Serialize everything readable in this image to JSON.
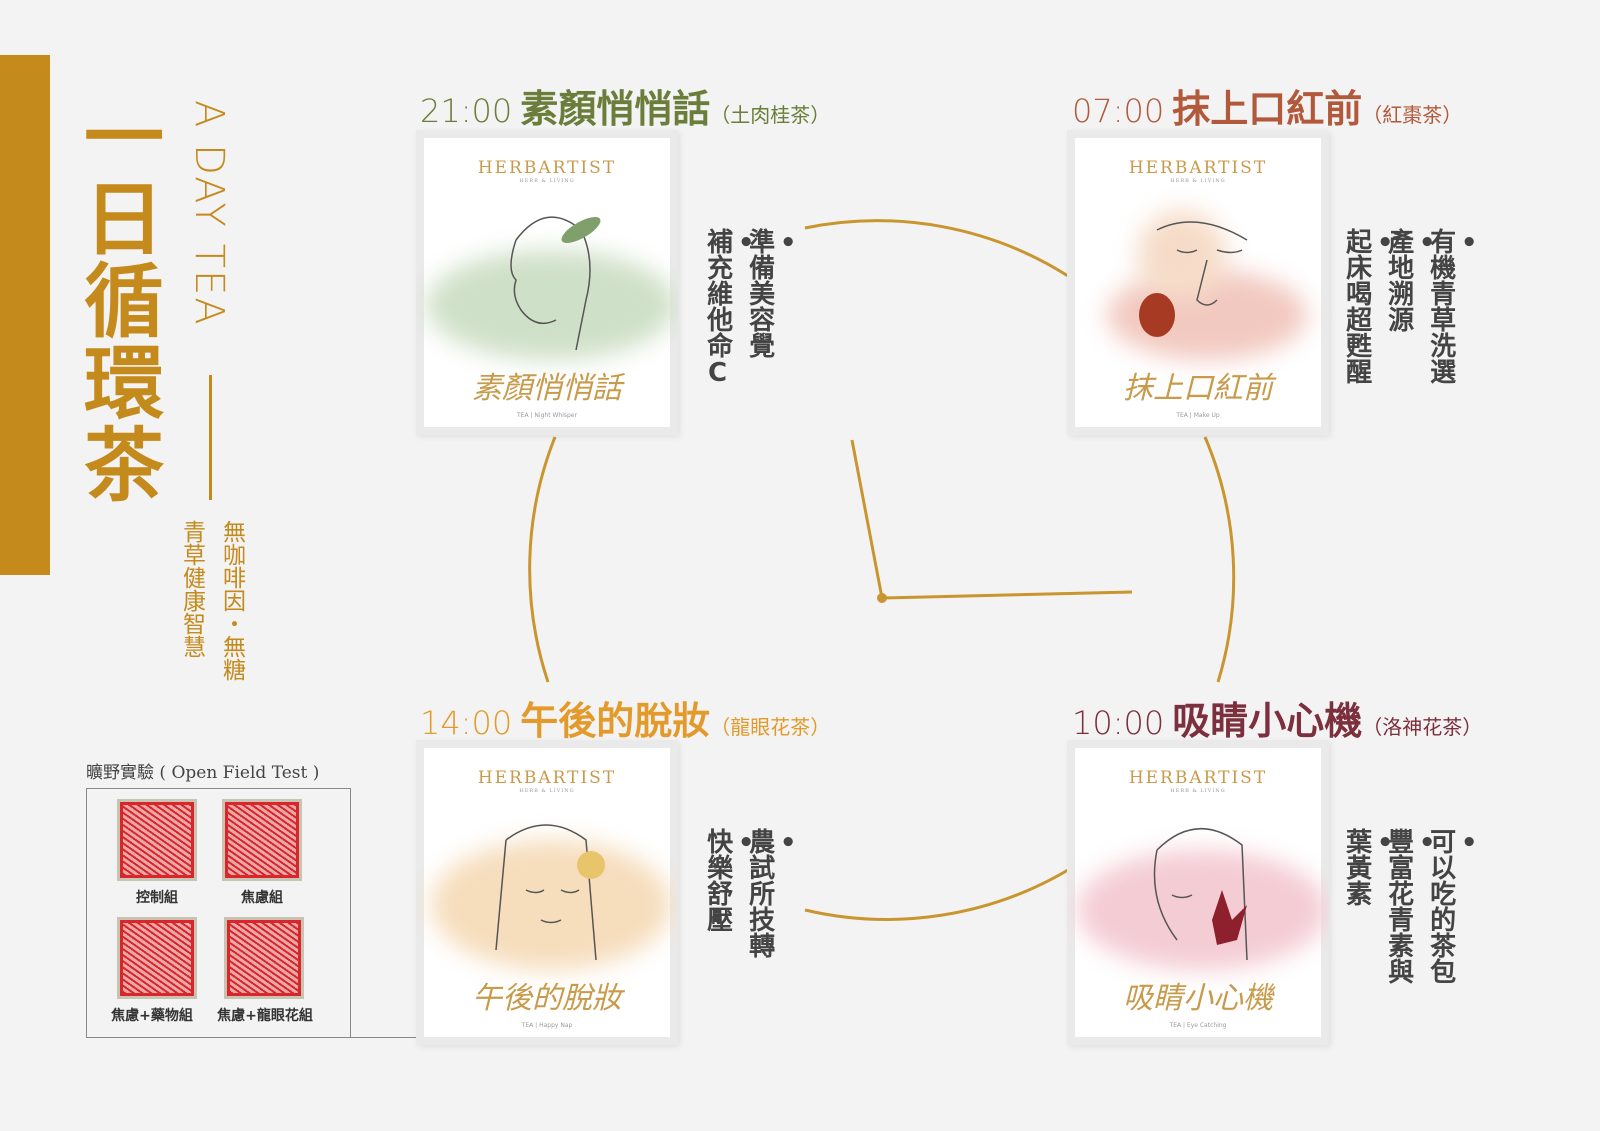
{
  "title": "一日循環茶",
  "subtitle_en": "A DAY TEA",
  "taglines": [
    "無咖啡因・無糖",
    "青草健康智慧"
  ],
  "colors": {
    "gold": "#c48a1c",
    "night": "#6b7d3a",
    "morning": "#b2593b",
    "afternoon": "#e39a2b",
    "midmorning": "#7c2f3d"
  },
  "open_field_test": {
    "title": "曠野實驗 ( Open Field Test )",
    "groups": [
      "控制組",
      "焦慮組",
      "焦慮+藥物組",
      "焦慮+龍眼花組"
    ]
  },
  "teas": [
    {
      "time": "21:00",
      "name": "素顏悄悄話",
      "tea": "（土肉桂茶）",
      "brand": "HERBARTIST",
      "brand_sub": "HERB & LIVING",
      "script": "素顏悄悄話",
      "tea_line": "TEA | Night Whisper",
      "bullets": [
        "準備美容覺",
        "補充維他命C"
      ]
    },
    {
      "time": "07:00",
      "name": "抹上口紅前",
      "tea": "（紅棗茶）",
      "brand": "HERBARTIST",
      "brand_sub": "HERB & LIVING",
      "script": "抹上口紅前",
      "tea_line": "TEA | Make Up",
      "bullets": [
        "有機青草洗選",
        "產地溯源",
        "起床喝超甦醒"
      ]
    },
    {
      "time": "14:00",
      "name": "午後的脫妝",
      "tea": "（龍眼花茶）",
      "brand": "HERBARTIST",
      "brand_sub": "HERB & LIVING",
      "script": "午後的脫妝",
      "tea_line": "TEA | Happy Nap",
      "bullets": [
        "農試所技轉",
        "快樂舒壓"
      ]
    },
    {
      "time": "10:00",
      "name": "吸睛小心機",
      "tea": "（洛神花茶）",
      "brand": "HERBARTIST",
      "brand_sub": "HERB & LIVING",
      "script": "吸睛小心機",
      "tea_line": "TEA | Eye Catching",
      "bullets": [
        "可以吃的茶包",
        "豐富花青素與",
        "葉黃素"
      ]
    }
  ]
}
